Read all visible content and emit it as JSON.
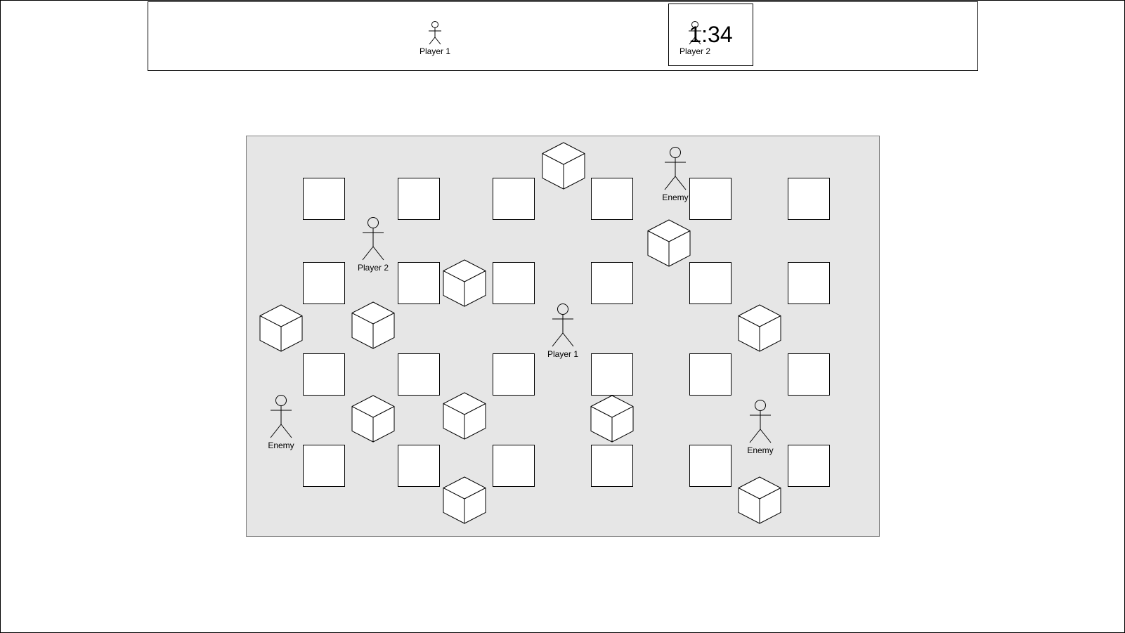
{
  "hud": {
    "timer": "1:34",
    "player1_label": "Player 1",
    "player2_label": "Player 2"
  },
  "arena": {
    "player1_label": "Player 1",
    "player2_label": "Player 2",
    "enemy_label": "Enemy"
  },
  "icons": {
    "player": "stick-figure-icon",
    "crate": "cube-icon",
    "block": "square-block"
  },
  "colors": {
    "arena_background": "#e6e6e6",
    "block_fill": "#ffffff",
    "outline": "#000000"
  }
}
